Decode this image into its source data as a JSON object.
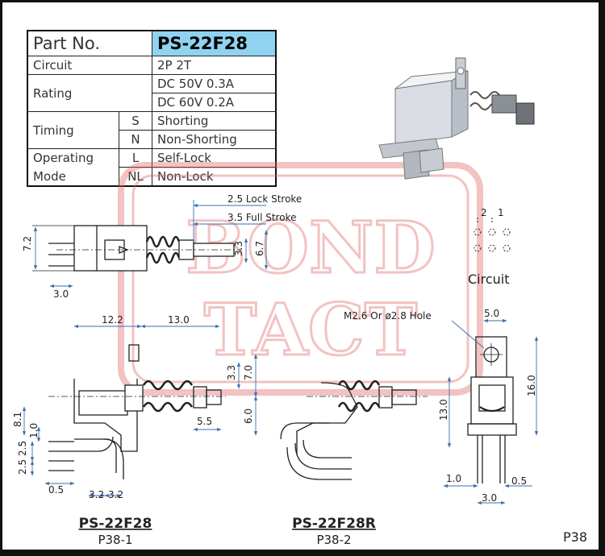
{
  "table": {
    "part_no_label": "Part No.",
    "part_no_value": "PS-22F28",
    "circuit_label": "Circuit",
    "circuit_value": "2P 2T",
    "rating_label": "Rating",
    "rating_values": [
      "DC 50V 0.3A",
      "DC 60V 0.2A"
    ],
    "timing_label": "Timing",
    "timing_rows": [
      {
        "code": "S",
        "value": "Shorting"
      },
      {
        "code": "N",
        "value": "Non-Shorting"
      }
    ],
    "mode_label_1": "Operating",
    "mode_label_2": "Mode",
    "mode_rows": [
      {
        "code": "L",
        "value": "Self-Lock"
      },
      {
        "code": "NL",
        "value": "Non-Lock"
      }
    ]
  },
  "watermark": {
    "line1": "BOND",
    "line2": "TACT",
    "color": "#e06060"
  },
  "dimensions": {
    "lock_stroke": "2.5 Lock Stroke",
    "full_stroke": "3.5 Full Stroke",
    "d_7_2": "7.2",
    "d_3_3_top": "3.3",
    "d_6_7": "6.7",
    "d_3_0_top": "3.0",
    "d_12_2": "12.2",
    "d_13_0": "13.0",
    "d_3_3": "3.3",
    "d_7_0": "7.0",
    "d_5_5": "5.5",
    "d_6_0": "6.0",
    "d_8_1": "8.1",
    "d_1_0_left": "1.0",
    "d_2_5a": "2.5",
    "d_2_5b": "2.5",
    "d_0_5_left": "0.5",
    "d_3_2a": "3.2",
    "d_3_2b": "3.2",
    "d_13_0_right": "13.0",
    "hole_note": "M2.6 Or ø2.8 Hole",
    "d_5_0": "5.0",
    "d_16_0": "16.0",
    "d_1_0_right": "1.0",
    "d_0_5_right": "0.5",
    "d_3_0_bottom": "3.0"
  },
  "circuit_diagram": {
    "pin2": "2",
    "pin1": "1",
    "caption": "Circuit"
  },
  "captions": {
    "left_title": "PS-22F28",
    "left_sub": "P38-1",
    "middle_title": "PS-22F28R",
    "middle_sub": "P38-2",
    "page": "P38"
  }
}
